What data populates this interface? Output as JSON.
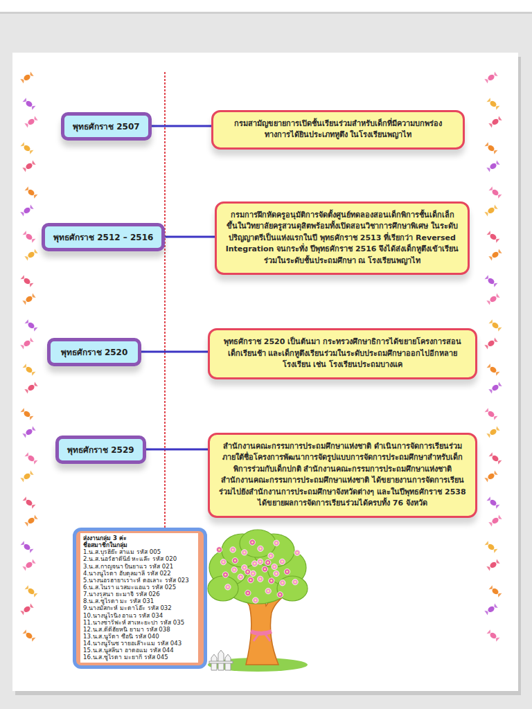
{
  "diagram": {
    "nodes": [
      {
        "text": [
          "พุทธศักราช 2507"
        ]
      },
      {
        "text": [
          "กรมสามัญขยายการเปิดชั้นเรียนร่วมสำหรับเด็กที่มีความบกพร่องทางการได้ยินประเภทหูตึง ในโรงเรียนพญาไท"
        ]
      },
      {
        "text": [
          "พุทธศักราช 2512 – 2516"
        ]
      },
      {
        "text": [
          "กรมการฝึกหัดครูอนุมัติการจัดตั้งศูนย์ทดลองสอนเด็กพิการชั้นเด็กเล็กขึ้นในวิทยาลัยครูสวนดุสิตพร้อมทั้งเปิดสอนวิชาการศึกษาพิเศษ ในระดับปริญญาตรีเป็นแห่งแรกในปี พุทธศักราช 2513 ที่เรียกว่า Reversed Integration จนกระทั่ง ปีพุทธศักราช 2516 จึงได้ส่งเด็กหูตึงเข้าเรียนร่วมในระดับชั้นประถมศึกษา ณ โรงเรียนพญาไท"
        ]
      },
      {
        "text": [
          "พุทธศักราช 2520"
        ]
      },
      {
        "text": [
          "พุทธศักราช 2520 เป็นต้นมา กระทรวงศึกษาธิการได้ขยายโครงการสอนเด็กเรียนช้า และเด็กหูตึงเรียนร่วมในระดับประถมศึกษาออกไปอีกหลายโรงเรียน เช่น โรงเรียนประถมบางแค"
        ]
      },
      {
        "text": [
          "พุทธศักราช 2529"
        ]
      },
      {
        "text": [
          "สำนักงานคณะกรรมการประถมศึกษาแห่งชาติ ดำเนินการจัดการเรียนร่วมภายใต้ชื่อโครงการพัฒนาการจัดรูปแบบการจัดการประถมศึกษาสำหรับเด็กพิการร่วมกับเด็กปกติ สำนักงานคณะกรรมการประถมศึกษาแห่งชาติสำนักงานคณะกรรมการประถมศึกษาแห่งชาติ ได้ขยายงานการจัดการเรียนร่วมไปยังสำนักงานการประถมศึกษาจังหวัดต่างๆ และในปีพุทธศักราช 2538 ได้ขยายผลการจัดการเรียนร่วมได้ครบทั้ง 76 จังหวัด"
        ]
      },
      {
        "text": [
          "ส่งงานกลุ่ม 3 ค่ะ",
          "ชื่อสมาชิกในกลุ่ม",
          "1.น.ส.บุรฮีย๊ะ สาแม รหัส 005",
          "2.น.ส.นอร์ฮาตีนีย์ หะแล๊ะ รหัส 020",
          "3.น.ส.กาญจนา บินยาแว รหัส 021",
          "4.นางนูไรดา อับดุลมาลี รหัส 022",
          "5.นางนอรฮายาเราะห์ ดอเลาะ รหัส 023",
          "6.น.ส.ไนรา แวสมะแอแว รหัส 025",
          "7.นางรุสนา ยะมาจิ รหัส 026",
          "8.น.ส.ซูไรดา มะ รหัส 031",
          "9.นางมัสกะห์ มะดาโอ๊ะ รหัส 032",
          "10.นางนูไรนิง อาแว รหัส 034",
          "11.นางซารีฟะห์ สาเหะยะปา รหัส 035",
          "12.น.ส.ดีดีฮัยหนิ ยามา รหัส 038",
          "13.น.ส.นูรีดา ซือนิ รหัส 040",
          "14.นางนูรีนซ วายอเล๊าะแม รหัส 043",
          "15.น.ส.นูสลีนา อาดอแม รหัส 044",
          "16.น.ส.ซูไรดา มะยากี รหัส 045"
        ]
      }
    ],
    "edges": [
      {
        "from": 0,
        "to": 1,
        "arrow": "none"
      },
      {
        "from": 2,
        "to": 3,
        "arrow": "none"
      },
      {
        "from": 4,
        "to": 5,
        "arrow": "none"
      },
      {
        "from": 6,
        "to": 7,
        "arrow": "none"
      }
    ]
  }
}
